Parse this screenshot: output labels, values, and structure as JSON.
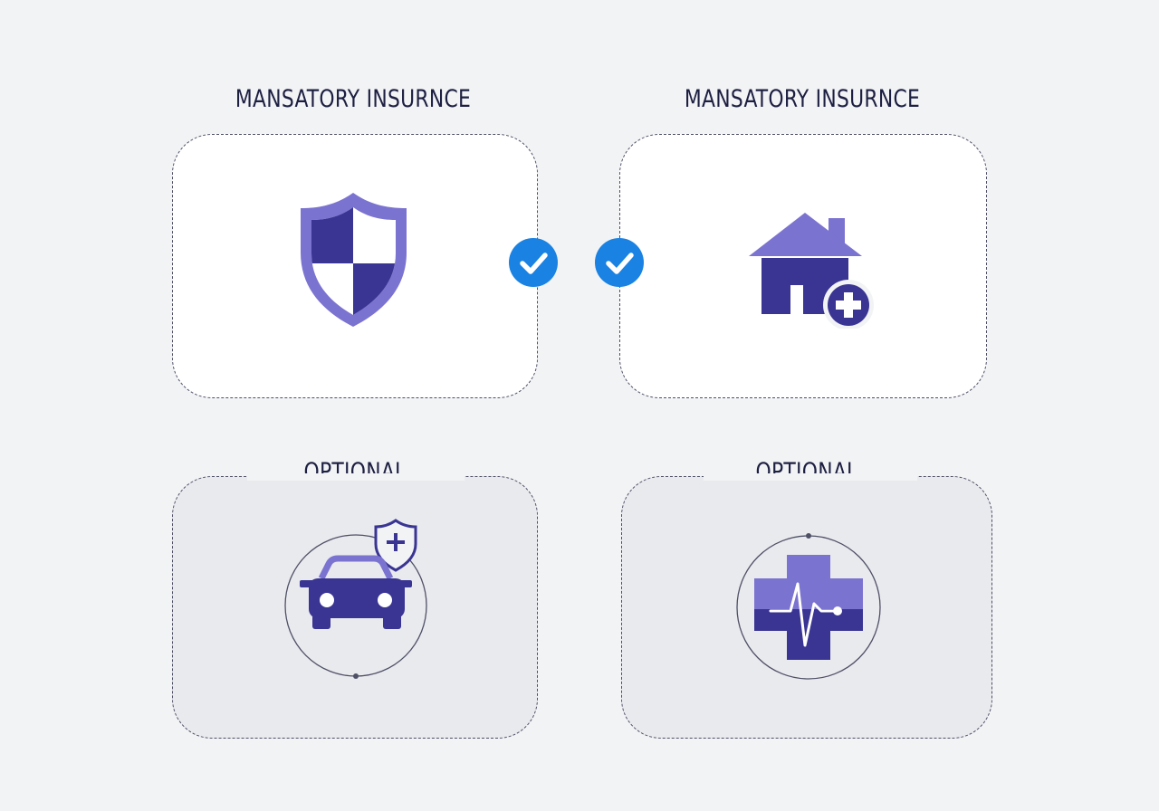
{
  "colors": {
    "background": "#f2f3f5",
    "card_required": "#ffffff",
    "card_optional": "#e9eaee",
    "border": "#4f5066",
    "icon_dark": "#3a3593",
    "icon_light": "#7b73d0",
    "check_blue": "#1a82e2",
    "text": "#1d1f42"
  },
  "cards": {
    "mandatory_left": {
      "title": "MANSATORY INSURNCE",
      "icon": "shield-icon",
      "checked": true
    },
    "mandatory_right": {
      "title": "MANSATORY INSURNCE",
      "icon": "home-medical-icon",
      "checked": true
    },
    "optional_left": {
      "title": "OPTIONAL",
      "icon": "car-insurance-icon"
    },
    "optional_right": {
      "title": "OPTIONAL",
      "icon": "health-cross-icon"
    }
  }
}
